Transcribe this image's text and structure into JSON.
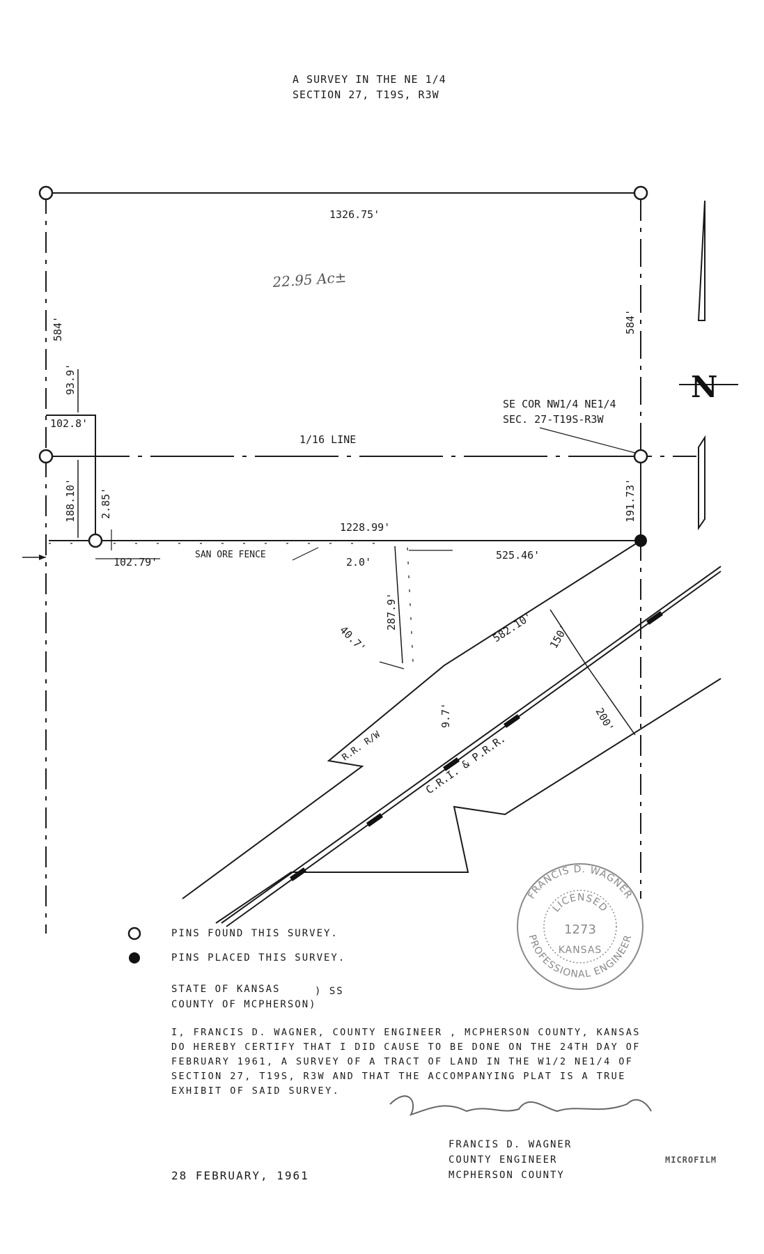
{
  "title": {
    "line1": "A SURVEY IN THE NE 1/4",
    "line2": "SECTION 27, T19S, R3W"
  },
  "plat": {
    "dimensions": {
      "north_line": "1326.75'",
      "west_upper": "584'",
      "east_upper": "584'",
      "west_offset": "93.9'",
      "jog": "102.8'",
      "west_lower": "188.10'",
      "small_offset": "2.85'",
      "start_offset": "102.79'",
      "south_line": "1228.99'",
      "fence_offset": "2.0'",
      "east_segment": "525.46'",
      "east_lower": "191.73'",
      "fence_run": "287.9'",
      "diag_offset": "40.7'",
      "small_drop": "9.7'",
      "row_line": "582.10'",
      "row_150": "150'",
      "row_200": "200'"
    },
    "acreage": "22.95 Ac±",
    "sixteenth_line": "1/16 LINE",
    "corner_note": {
      "line1": "SE COR NW1/4 NE1/4",
      "line2": "SEC. 27-T19S-R3W"
    },
    "fence_label": "SAN ORE FENCE",
    "rr_row_label": "R.R. R/W",
    "railroad_label": "C.R.I. & P.R.R.",
    "north_label": "N"
  },
  "legend": {
    "found": "PINS FOUND THIS SURVEY.",
    "placed": "PINS PLACED THIS SURVEY."
  },
  "jurisdiction": {
    "state": "STATE OF KANSAS",
    "ss": ") SS",
    "county": "COUNTY OF MCPHERSON)"
  },
  "certificate": "I, FRANCIS D. WAGNER, COUNTY ENGINEER , MCPHERSON COUNTY, KANSAS DO HEREBY CERTIFY THAT I DID CAUSE TO BE DONE ON THE 24TH DAY OF FEBRUARY 1961, A SURVEY OF A TRACT OF LAND IN THE W1/2 NE1/4 OF SECTION 27, T19S, R3W AND THAT THE ACCOMPANYING PLAT IS A TRUE EXHIBIT OF SAID SURVEY.",
  "signature_block": {
    "name": "FRANCIS D. WAGNER",
    "title": "COUNTY ENGINEER",
    "county": "MCPHERSON COUNTY"
  },
  "date": "28 FEBRUARY, 1961",
  "seal": {
    "outer_top": "FRANCIS D. WAGNER",
    "inner": "LICENSED",
    "number": "1273",
    "state": "KANSAS",
    "outer_bottom": "PROFESSIONAL ENGINEER"
  },
  "microfilm": "MICROFILM",
  "colors": {
    "ink": "#1a1a1a",
    "seal": "#8a8a8a",
    "pencil": "#555555"
  }
}
